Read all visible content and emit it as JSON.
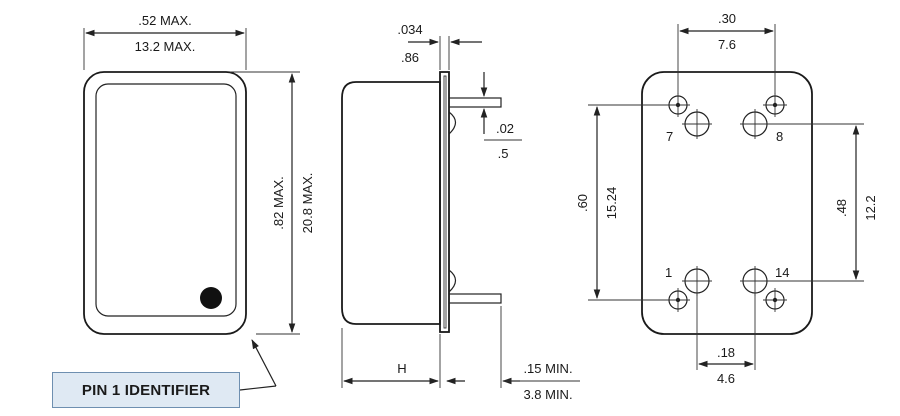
{
  "front_view": {
    "width_in": ".52 MAX.",
    "width_mm": "13.2 MAX.",
    "height_in": ".82 MAX.",
    "height_mm": "20.8 MAX."
  },
  "side_view": {
    "flange_in": ".034",
    "flange_mm": ".86",
    "pin_dia_in": ".02",
    "pin_dia_mm": ".5",
    "body_height_label": "H",
    "pin_len_in": ".15 MIN.",
    "pin_len_mm": "3.8 MIN."
  },
  "pin_view": {
    "top_spacing_in": ".30",
    "top_spacing_mm": "7.6",
    "vertical_in": ".60",
    "vertical_mm": "15.24",
    "right_in": ".48",
    "right_mm": "12.2",
    "bottom_in": ".18",
    "bottom_mm": "4.6",
    "pins": {
      "p7": "7",
      "p8": "8",
      "p1": "1",
      "p14": "14"
    }
  },
  "callout": {
    "pin1_identifier": "PIN 1 IDENTIFIER"
  }
}
